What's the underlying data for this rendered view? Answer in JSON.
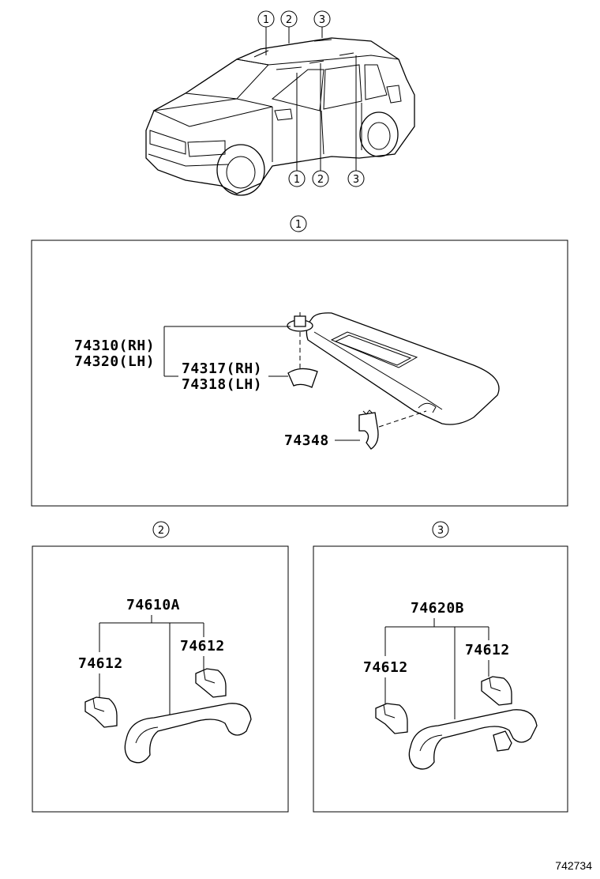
{
  "callouts": {
    "c1": "1",
    "c2": "2",
    "c3": "3"
  },
  "panel1": {
    "label_visor_rh": "74310(RH)",
    "label_visor_lh": "74320(LH)",
    "label_holder_rh": "74317(RH)",
    "label_holder_lh": "74318(LH)",
    "label_clip": "74348"
  },
  "panel2": {
    "label_assy": "74610A",
    "label_cover_left": "74612",
    "label_cover_right": "74612"
  },
  "panel3": {
    "label_assy": "74620B",
    "label_cover_left": "74612",
    "label_cover_right": "74612"
  },
  "figure_id": "742734"
}
